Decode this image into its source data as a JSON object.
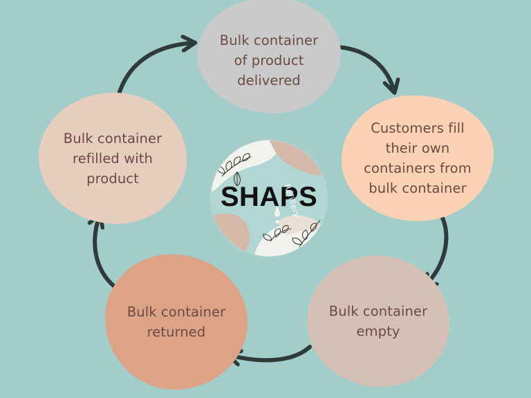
{
  "cycle": {
    "steps": [
      "Bulk container\nof product\ndelivered",
      "Customers fill\ntheir own\ncontainers from\nbulk container",
      "Bulk container\nempty",
      "Bulk container\nreturned",
      "Bulk container\nrefilled with\nproduct"
    ]
  },
  "logo": {
    "title": "SHAPS",
    "subtitle": "Refillery"
  },
  "colors": {
    "background": "#a3cdca",
    "step_top": "#cacaca",
    "step_right": "#fcd2b5",
    "step_bottom_right": "#d4c0b5",
    "step_bottom_left": "#dca386",
    "step_left": "#e6cdbd",
    "text": "#6a4a43",
    "arrow": "#2f3b3b"
  }
}
